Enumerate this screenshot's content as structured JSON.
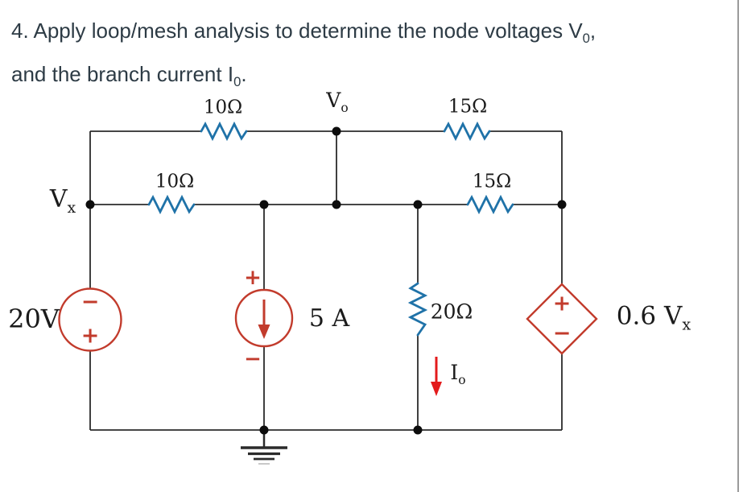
{
  "title": {
    "line1_prefix": "4. Apply loop/mesh analysis to determine the node voltages ",
    "line1_var": "V",
    "line1_sub": "0",
    "line1_punct": ",",
    "line2_prefix": "and the branch current ",
    "line2_var": "I",
    "line2_sub": "0",
    "line2_punct": "."
  },
  "circuit": {
    "resistor_top_left": "10Ω",
    "resistor_top_right": "15Ω",
    "resistor_mid_left": "10Ω",
    "resistor_mid_right": "15Ω",
    "resistor_shunt": "20Ω",
    "voltage_source_label": "20V",
    "current_source_label": "5 A",
    "dependent_source_prefix": "0.6 V",
    "dependent_source_sub": "x",
    "node_vo": {
      "main": "V",
      "sub": "o"
    },
    "node_vx": {
      "main": "V",
      "sub": "x"
    },
    "branch_io": {
      "main": "I",
      "sub": "o"
    }
  },
  "signs": {
    "plus": "+",
    "minus": "−"
  },
  "colors": {
    "wire": "#2b2b2b",
    "resistor_blue": "#1f72a8",
    "source_red": "#c23b2c",
    "arrow_red": "#e31b1c",
    "title_text": "#2d3b45",
    "label_text": "#1b1b1b",
    "page_border": "#9a9a9a"
  }
}
